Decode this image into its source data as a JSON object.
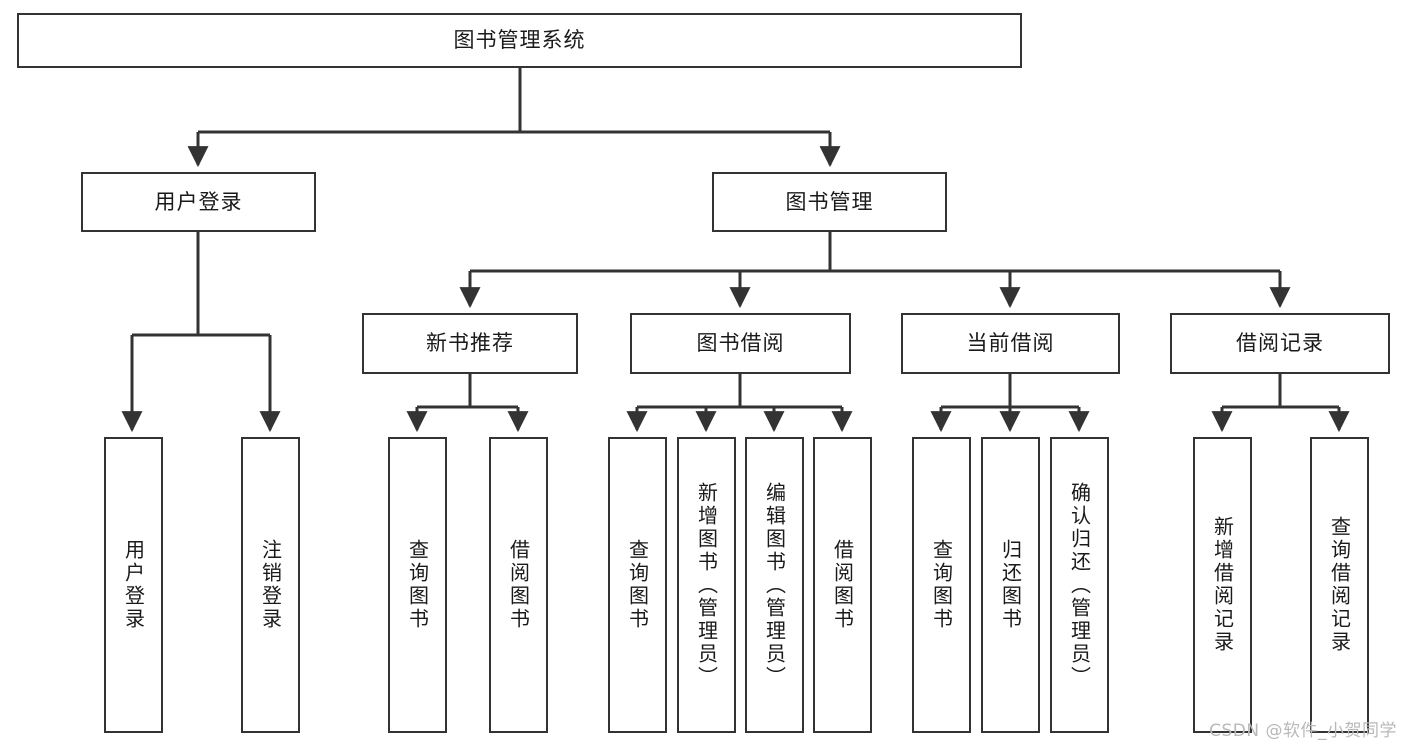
{
  "diagram": {
    "title": "图书管理系统",
    "type": "tree-hierarchy-chart",
    "line_color": "#333333",
    "box_fill": "#ffffff",
    "text_color": "#1a1a1a"
  },
  "nodes": {
    "root": {
      "label": "图书管理系统"
    },
    "level2": [
      {
        "label": "用户登录"
      },
      {
        "label": "图书管理"
      }
    ],
    "level3": [
      {
        "label": "新书推荐"
      },
      {
        "label": "图书借阅"
      },
      {
        "label": "当前借阅"
      },
      {
        "label": "借阅记录"
      }
    ],
    "leaves": {
      "user_login": [
        {
          "label": "用户登录"
        },
        {
          "label": "注销登录"
        }
      ],
      "new_book_recommend": [
        {
          "label": "查询图书"
        },
        {
          "label": "借阅图书"
        }
      ],
      "book_borrow": [
        {
          "label": "查询图书"
        },
        {
          "label": "新增图书（管理员）"
        },
        {
          "label": "编辑图书（管理员）"
        },
        {
          "label": "借阅图书"
        }
      ],
      "current_borrow": [
        {
          "label": "查询图书"
        },
        {
          "label": "归还图书"
        },
        {
          "label": "确认归还（管理员）"
        }
      ],
      "borrow_record": [
        {
          "label": "新增借阅记录"
        },
        {
          "label": "查询借阅记录"
        }
      ]
    }
  },
  "watermark": {
    "text": "CSDN @软件_小贺同学"
  }
}
